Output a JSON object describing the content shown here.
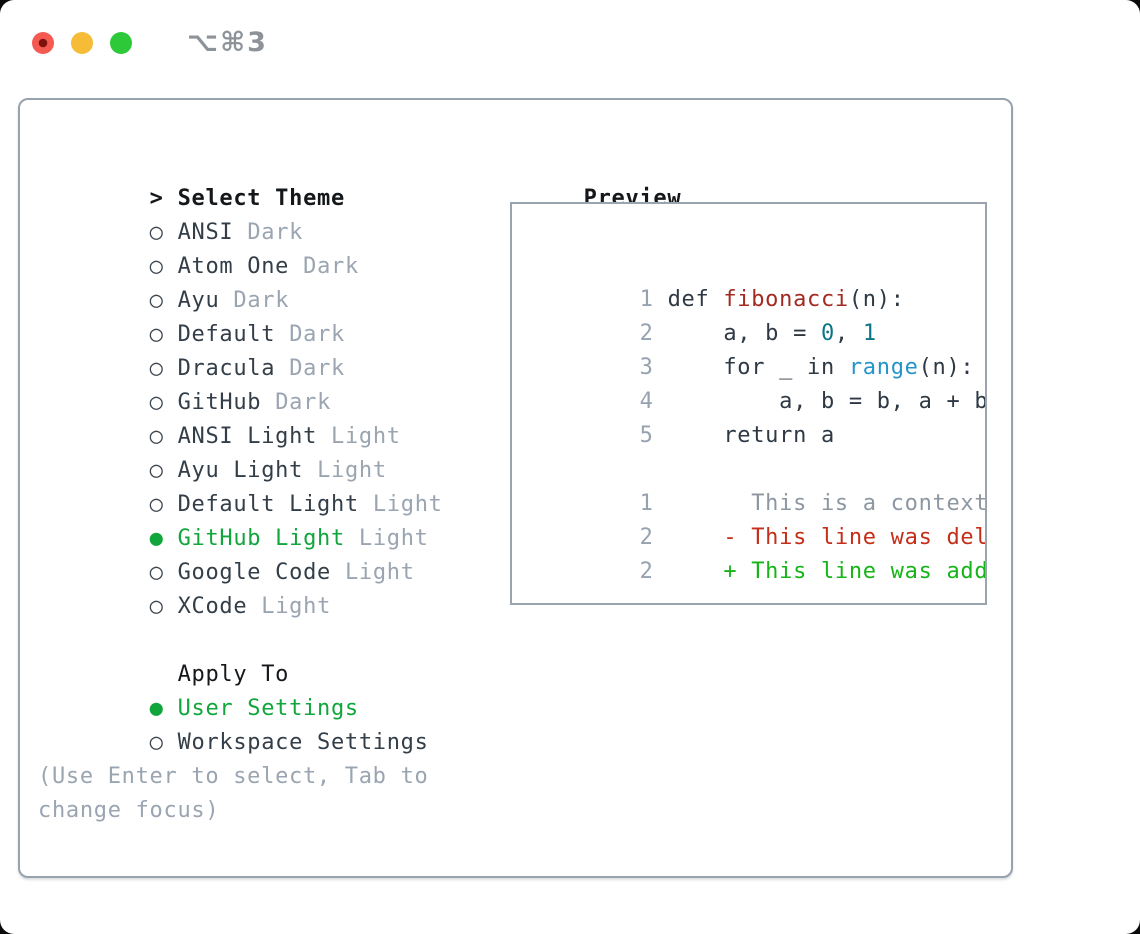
{
  "titlebar": {
    "title": "⌥⌘3"
  },
  "left": {
    "header_marker": ">",
    "header_label": "Select Theme",
    "themes": [
      {
        "marker": "○",
        "name": "ANSI",
        "variant": "Dark",
        "selected": false
      },
      {
        "marker": "○",
        "name": "Atom One",
        "variant": "Dark",
        "selected": false
      },
      {
        "marker": "○",
        "name": "Ayu",
        "variant": "Dark",
        "selected": false
      },
      {
        "marker": "○",
        "name": "Default",
        "variant": "Dark",
        "selected": false
      },
      {
        "marker": "○",
        "name": "Dracula",
        "variant": "Dark",
        "selected": false
      },
      {
        "marker": "○",
        "name": "GitHub",
        "variant": "Dark",
        "selected": false
      },
      {
        "marker": "○",
        "name": "ANSI Light",
        "variant": "Light",
        "selected": false
      },
      {
        "marker": "○",
        "name": "Ayu Light",
        "variant": "Light",
        "selected": false
      },
      {
        "marker": "○",
        "name": "Default Light",
        "variant": "Light",
        "selected": false
      },
      {
        "marker": "●",
        "name": "GitHub Light",
        "variant": "Light",
        "selected": true
      },
      {
        "marker": "○",
        "name": "Google Code",
        "variant": "Light",
        "selected": false
      },
      {
        "marker": "○",
        "name": "XCode",
        "variant": "Light",
        "selected": false
      }
    ],
    "apply_header": "Apply To",
    "apply_options": [
      {
        "marker": "●",
        "name": "User Settings",
        "selected": true
      },
      {
        "marker": "○",
        "name": "Workspace Settings",
        "selected": false
      }
    ],
    "hint_line1": "(Use Enter to select, Tab to",
    "hint_line2": "change focus)"
  },
  "preview": {
    "header_label": "Preview",
    "code": [
      {
        "num": "1",
        "segs": [
          "def ",
          "fibonacci",
          "(n):"
        ]
      },
      {
        "num": "2",
        "segs": [
          "    a, b = ",
          "0",
          ", ",
          "1"
        ]
      },
      {
        "num": "3",
        "segs": [
          "    for _ in ",
          "range",
          "(n):"
        ]
      },
      {
        "num": "4",
        "segs": [
          "        a, b = b, a + b"
        ]
      },
      {
        "num": "5",
        "segs": [
          "    return a"
        ]
      },
      {
        "num": "1",
        "segs": [
          "      This is a context line."
        ]
      },
      {
        "num": "2",
        "segs": [
          "    - This line was deleted."
        ]
      },
      {
        "num": "2",
        "segs": [
          "    + This line was added."
        ]
      }
    ]
  },
  "colors": {
    "selection_green": "#11a63b",
    "added_green": "#16b517",
    "removed_red": "#c52e19",
    "function_red": "#a32a20",
    "number_teal": "#0c7589",
    "builtin_blue": "#2395ca",
    "muted_gray": "#9aa5b1",
    "text_dark": "#333e48",
    "panel_border": "#98a2ad"
  }
}
